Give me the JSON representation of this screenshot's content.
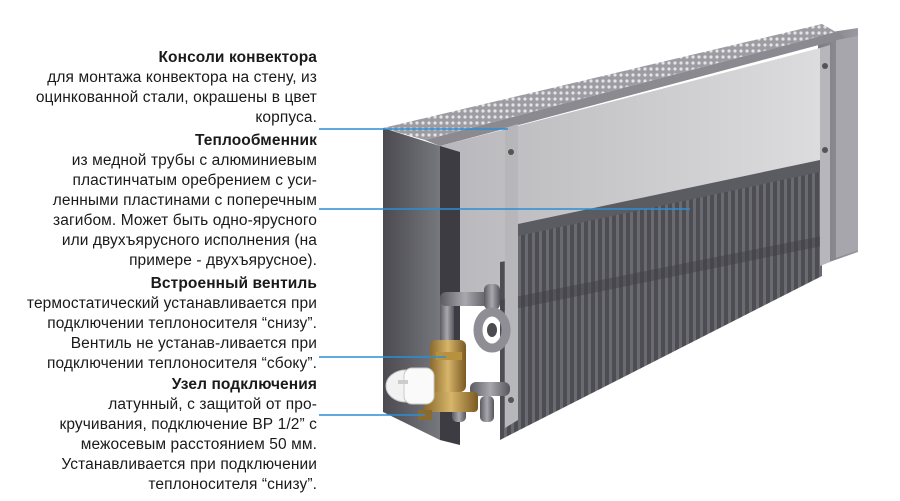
{
  "annotations": [
    {
      "title": "Консоли конвектора",
      "description": "для монтажа конвектора на стену, из\nоцинкованной стали, окрашены в цвет\nкорпуса."
    },
    {
      "title": "Теплообменник",
      "description": "из медной трубы с алюминиевым\nпластинчатым оребрением с уси-\nленными пластинами с поперечным\nзагибом. Может быть одно-ярусного\nили двухъярусного исполнения (на\nпримере - двухъярусное)."
    },
    {
      "title": "Встроенный вентиль",
      "description": "термостатический устанавливается при\nподключении теплоносителя “снизу”.\nВентиль не устанав-ливается при\nподключении теплоносителя “сбоку”."
    },
    {
      "title": "Узел подключения",
      "description": "латунный,  с защитой от про-\nкручивания, подключение ВР 1/2” с\nмежосевым расстоянием 50 мм.\nУстанавливается при подключении\nтеплоносителя “снизу”."
    }
  ],
  "colors": {
    "leader_line": "#2a8fd6",
    "body_dark": "#55555b",
    "body_light": "#8b8b92",
    "inner_panel": "#c9c9cc"
  }
}
